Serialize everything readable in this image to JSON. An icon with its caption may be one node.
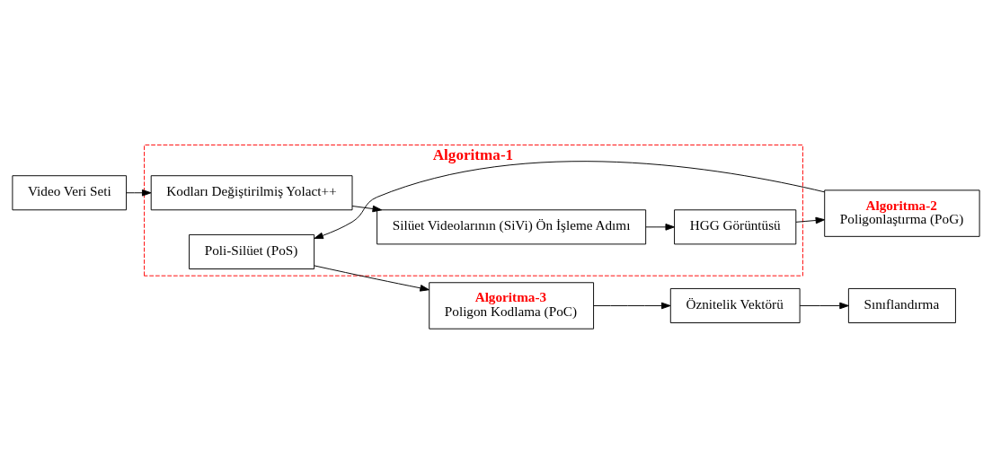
{
  "diagram": {
    "nodes": [
      {
        "text": [
          "Video Veri Seti"
        ]
      },
      {
        "text": [
          "Algoritma-1"
        ]
      },
      {
        "text": [
          "Kodları Değiştirilmiş Yolact++"
        ],
        "in": 1
      },
      {
        "text": [
          "Silüet Videolarının (SiVi) Ön İşleme Adımı"
        ],
        "in": 1
      },
      {
        "text": [
          "HGG Görüntüsü"
        ],
        "in": 1
      },
      {
        "text": [
          "Algoritma-2",
          "Poligonlaştırma (PoG)"
        ]
      },
      {
        "text": [
          "Poli-Silüet (PoS)"
        ],
        "in": 1
      },
      {
        "text": [
          "Algoritma-3",
          "Poligon Kodlama (PoC)"
        ]
      },
      {
        "text": [
          "Öznitelik Vektörü"
        ]
      },
      {
        "text": [
          "Sınıflandırma"
        ]
      }
    ],
    "edges": [
      {
        "from": 0,
        "to": 2,
        "arrow": "to"
      },
      {
        "from": 2,
        "to": 3,
        "arrow": "to"
      },
      {
        "from": 3,
        "to": 4,
        "arrow": "to"
      },
      {
        "from": 4,
        "to": 5,
        "arrow": "to"
      },
      {
        "from": 5,
        "to": 6,
        "arrow": "to"
      },
      {
        "from": 6,
        "to": 7,
        "arrow": "to"
      },
      {
        "from": 7,
        "to": 8,
        "arrow": "to"
      },
      {
        "from": 8,
        "to": 9,
        "arrow": "to"
      }
    ]
  }
}
